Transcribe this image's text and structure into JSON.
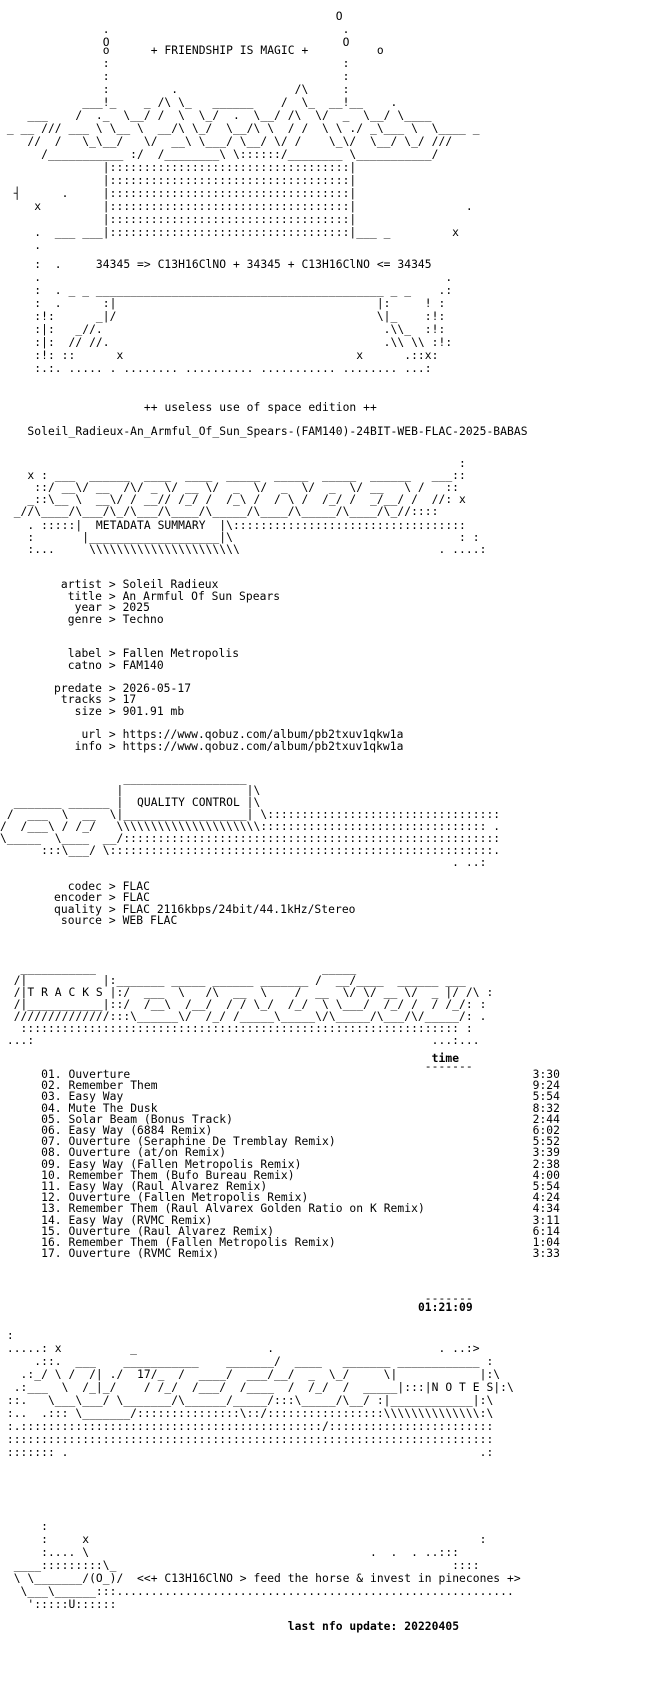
{
  "header": {
    "motto": "+ FRIENDSHIP IS MAGIC +",
    "formula_line": "34345 => C13H16ClNO + 34345 + C13H16ClNO <= 34345",
    "edition": "++ useless use of space edition ++",
    "release_name": "Soleil_Radieux-An_Armful_Of_Sun_Spears-(FAM140)-24BIT-WEB-FLAC-2025-BABAS"
  },
  "sections": {
    "metadata_title": "METADATA SUMMARY",
    "quality_title": "QUALITY CONTROL",
    "tracks_title": "T R A C K S",
    "notes_title": "N O T E S"
  },
  "metadata": [
    {
      "key": "artist",
      "value": "Soleil Radieux"
    },
    {
      "key": "title",
      "value": "An Armful Of Sun Spears"
    },
    {
      "key": "year",
      "value": "2025"
    },
    {
      "key": "genre",
      "value": "Techno"
    },
    {
      "key": "label",
      "value": "Fallen Metropolis"
    },
    {
      "key": "catno",
      "value": "FAM140"
    },
    {
      "key": "predate",
      "value": "2026-05-17"
    },
    {
      "key": "tracks",
      "value": "17"
    },
    {
      "key": "size",
      "value": "901.91 mb"
    },
    {
      "key": "url",
      "value": "https://www.qobuz.com/album/pb2txuv1qkw1a"
    },
    {
      "key": "info",
      "value": "https://www.qobuz.com/album/pb2txuv1qkw1a"
    }
  ],
  "quality": [
    {
      "key": "codec",
      "value": "FLAC"
    },
    {
      "key": "encoder",
      "value": "FLAC"
    },
    {
      "key": "quality",
      "value": "FLAC 2116kbps/24bit/44.1kHz/Stereo"
    },
    {
      "key": "source",
      "value": "WEB FLAC"
    }
  ],
  "tracklist": {
    "time_header": "time",
    "total": "01:21:09",
    "tracks": [
      {
        "num": "01.",
        "title": "Ouverture",
        "time": "3:30"
      },
      {
        "num": "02.",
        "title": "Remember Them",
        "time": "9:24"
      },
      {
        "num": "03.",
        "title": "Easy Way",
        "time": "5:54"
      },
      {
        "num": "04.",
        "title": "Mute The Dusk",
        "time": "8:32"
      },
      {
        "num": "05.",
        "title": "Solar Beam (Bonus Track)",
        "time": "2:44"
      },
      {
        "num": "06.",
        "title": "Easy Way (6884 Remix)",
        "time": "6:02"
      },
      {
        "num": "07.",
        "title": "Ouverture (Seraphine De Tremblay Remix)",
        "time": "5:52"
      },
      {
        "num": "08.",
        "title": "Ouverture (at/on Remix)",
        "time": "3:39"
      },
      {
        "num": "09.",
        "title": "Easy Way (Fallen Metropolis Remix)",
        "time": "2:38"
      },
      {
        "num": "10.",
        "title": "Remember Them (Bufo Bureau Remix)",
        "time": "4:00"
      },
      {
        "num": "11.",
        "title": "Easy Way (Raul Alvarez Remix)",
        "time": "5:54"
      },
      {
        "num": "12.",
        "title": "Ouverture (Fallen Metropolis Remix)",
        "time": "4:24"
      },
      {
        "num": "13.",
        "title": "Remember Them (Raul Alvarex Golden Ratio on K Remix) (Raul",
        "time": "4:34"
      },
      {
        "num": "14.",
        "title": "Easy Way (RVMC Remix)",
        "time": "3:11"
      },
      {
        "num": "15.",
        "title": "Ouverture (Raul Alvarez Remix)",
        "time": "6:14"
      },
      {
        "num": "16.",
        "title": "Remember Them (Fallen Metropolis Remix)",
        "time": "1:04"
      },
      {
        "num": "17.",
        "title": "Ouverture (RVMC Remix)",
        "time": "3:33"
      }
    ]
  },
  "footer": {
    "tagline": "<<+ C13H16ClNO > feed the horse & invest in pinecones +>",
    "last_update": "last nfo update: 20220405"
  }
}
